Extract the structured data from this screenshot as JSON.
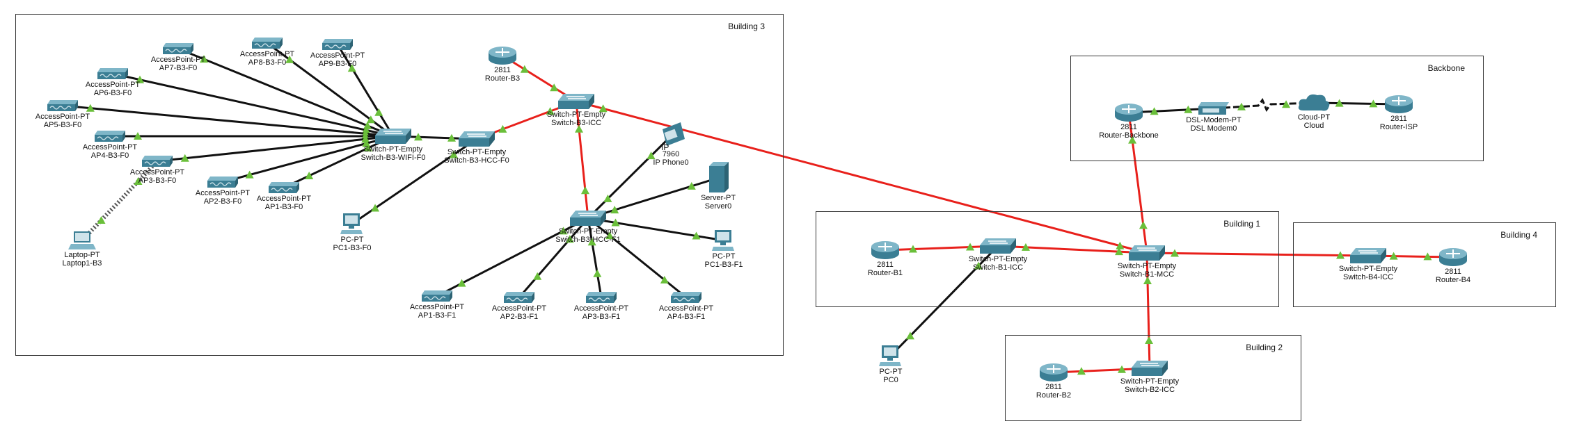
{
  "diagram": {
    "areas": [
      {
        "id": "b3",
        "label": "Building 3"
      },
      {
        "id": "backbone",
        "label": "Backbone"
      },
      {
        "id": "b1",
        "label": "Building 1"
      },
      {
        "id": "b4",
        "label": "Building 4"
      },
      {
        "id": "b2",
        "label": "Building 2"
      }
    ],
    "devices": [
      {
        "id": "router_b3",
        "type": "router",
        "line1": "2811",
        "line2": "Router-B3"
      },
      {
        "id": "sw_b3_icc",
        "type": "switch",
        "line1": "Switch-PT-Empty",
        "line2": "Switch-B3-ICC"
      },
      {
        "id": "sw_b3_wifi",
        "type": "switch",
        "line1": "Switch-PT-Empty",
        "line2": "Switch-B3-WIFI-F0"
      },
      {
        "id": "sw_b3_hcc_f0",
        "type": "switch",
        "line1": "Switch-PT-Empty",
        "line2": "Switch-B3-HCC-F0"
      },
      {
        "id": "sw_b3_hcc_f1",
        "type": "switch",
        "line1": "Switch-PT-Empty",
        "line2": "Switch-B3-HCC-F1"
      },
      {
        "id": "ap7",
        "type": "ap",
        "line1": "AccessPoint-PT",
        "line2": "AP7-B3-F0"
      },
      {
        "id": "ap8",
        "type": "ap",
        "line1": "AccessPoint-PT",
        "line2": "AP8-B3-F0"
      },
      {
        "id": "ap9",
        "type": "ap",
        "line1": "AccessPoint-PT",
        "line2": "AP9-B3-F0"
      },
      {
        "id": "ap6",
        "type": "ap",
        "line1": "AccessPoint-PT",
        "line2": "AP6-B3-F0"
      },
      {
        "id": "ap5",
        "type": "ap",
        "line1": "AccessPoint-PT",
        "line2": "AP5-B3-F0"
      },
      {
        "id": "ap4",
        "type": "ap",
        "line1": "AccessPoint-PT",
        "line2": "AP4-B3-F0"
      },
      {
        "id": "ap3",
        "type": "ap",
        "line1": "AccessPoint-PT",
        "line2": "AP3-B3-F0"
      },
      {
        "id": "ap2",
        "type": "ap",
        "line1": "AccessPoint-PT",
        "line2": "AP2-B3-F0"
      },
      {
        "id": "ap1",
        "type": "ap",
        "line1": "AccessPoint-PT",
        "line2": "AP1-B3-F0"
      },
      {
        "id": "laptop1",
        "type": "laptop",
        "line1": "Laptop-PT",
        "line2": "Laptop1-B3"
      },
      {
        "id": "pc1_f0",
        "type": "pc",
        "line1": "PC-PT",
        "line2": "PC1-B3-F0"
      },
      {
        "id": "phone0",
        "type": "phone",
        "line1": "7960",
        "line2": "IP Phone0"
      },
      {
        "id": "server0",
        "type": "server",
        "line1": "Server-PT",
        "line2": "Server0"
      },
      {
        "id": "pc1_f1",
        "type": "pc",
        "line1": "PC-PT",
        "line2": "PC1-B3-F1"
      },
      {
        "id": "ap1_f1",
        "type": "ap",
        "line1": "AccessPoint-PT",
        "line2": "AP1-B3-F1"
      },
      {
        "id": "ap2_f1",
        "type": "ap",
        "line1": "AccessPoint-PT",
        "line2": "AP2-B3-F1"
      },
      {
        "id": "ap3_f1",
        "type": "ap",
        "line1": "AccessPoint-PT",
        "line2": "AP3-B3-F1"
      },
      {
        "id": "ap4_f1",
        "type": "ap",
        "line1": "AccessPoint-PT",
        "line2": "AP4-B3-F1"
      },
      {
        "id": "router_backbone",
        "type": "router",
        "line1": "2811",
        "line2": "Router-Backbone"
      },
      {
        "id": "dsl",
        "type": "modem",
        "line1": "DSL-Modem-PT",
        "line2": "DSL Modem0"
      },
      {
        "id": "cloud",
        "type": "cloud",
        "line1": "Cloud-PT",
        "line2": "Cloud"
      },
      {
        "id": "router_isp",
        "type": "router",
        "line1": "2811",
        "line2": "Router-ISP"
      },
      {
        "id": "router_b1",
        "type": "router",
        "line1": "2811",
        "line2": "Router-B1"
      },
      {
        "id": "sw_b1_icc",
        "type": "switch",
        "line1": "Switch-PT-Empty",
        "line2": "Switch-B1-ICC"
      },
      {
        "id": "sw_b1_mcc",
        "type": "switch",
        "line1": "Switch-PT-Empty",
        "line2": "Switch-B1-MCC"
      },
      {
        "id": "sw_b4_icc",
        "type": "switch",
        "line1": "Switch-PT-Empty",
        "line2": "Switch-B4-ICC"
      },
      {
        "id": "router_b4",
        "type": "router",
        "line1": "2811",
        "line2": "Router-B4"
      },
      {
        "id": "pc0",
        "type": "pc",
        "line1": "PC-PT",
        "line2": "PC0"
      },
      {
        "id": "router_b2",
        "type": "router",
        "line1": "2811",
        "line2": "Router-B2"
      },
      {
        "id": "sw_b2_icc",
        "type": "switch",
        "line1": "Switch-PT-Empty",
        "line2": "Switch-B2-ICC"
      }
    ],
    "links": [
      {
        "from": "router_b3",
        "to": "sw_b3_icc",
        "style": "red"
      },
      {
        "from": "sw_b3_icc",
        "to": "sw_b3_hcc_f0",
        "style": "red"
      },
      {
        "from": "sw_b3_icc",
        "to": "sw_b3_hcc_f1",
        "style": "red"
      },
      {
        "from": "sw_b3_icc",
        "to": "sw_b1_mcc",
        "style": "red"
      },
      {
        "from": "sw_b3_hcc_f0",
        "to": "sw_b3_wifi",
        "style": "black"
      },
      {
        "from": "sw_b3_hcc_f0",
        "to": "pc1_f0",
        "style": "black"
      },
      {
        "from": "sw_b3_wifi",
        "to": "ap7",
        "style": "black"
      },
      {
        "from": "sw_b3_wifi",
        "to": "ap8",
        "style": "black"
      },
      {
        "from": "sw_b3_wifi",
        "to": "ap9",
        "style": "black"
      },
      {
        "from": "sw_b3_wifi",
        "to": "ap6",
        "style": "black"
      },
      {
        "from": "sw_b3_wifi",
        "to": "ap5",
        "style": "black"
      },
      {
        "from": "sw_b3_wifi",
        "to": "ap4",
        "style": "black"
      },
      {
        "from": "sw_b3_wifi",
        "to": "ap3",
        "style": "black"
      },
      {
        "from": "sw_b3_wifi",
        "to": "ap2",
        "style": "black"
      },
      {
        "from": "sw_b3_wifi",
        "to": "ap1",
        "style": "black"
      },
      {
        "from": "ap3",
        "to": "laptop1",
        "style": "wireless"
      },
      {
        "from": "sw_b3_hcc_f1",
        "to": "phone0",
        "style": "black"
      },
      {
        "from": "sw_b3_hcc_f1",
        "to": "server0",
        "style": "black"
      },
      {
        "from": "sw_b3_hcc_f1",
        "to": "pc1_f1",
        "style": "black"
      },
      {
        "from": "sw_b3_hcc_f1",
        "to": "ap1_f1",
        "style": "black"
      },
      {
        "from": "sw_b3_hcc_f1",
        "to": "ap2_f1",
        "style": "black"
      },
      {
        "from": "sw_b3_hcc_f1",
        "to": "ap3_f1",
        "style": "black"
      },
      {
        "from": "sw_b3_hcc_f1",
        "to": "ap4_f1",
        "style": "black"
      },
      {
        "from": "router_backbone",
        "to": "dsl",
        "style": "black"
      },
      {
        "from": "dsl",
        "to": "cloud",
        "style": "serial"
      },
      {
        "from": "cloud",
        "to": "router_isp",
        "style": "black"
      },
      {
        "from": "router_backbone",
        "to": "sw_b1_mcc",
        "style": "red"
      },
      {
        "from": "router_b1",
        "to": "sw_b1_icc",
        "style": "red"
      },
      {
        "from": "sw_b1_icc",
        "to": "sw_b1_mcc",
        "style": "red"
      },
      {
        "from": "sw_b1_icc",
        "to": "pc0",
        "style": "black"
      },
      {
        "from": "sw_b1_mcc",
        "to": "sw_b4_icc",
        "style": "red"
      },
      {
        "from": "sw_b4_icc",
        "to": "router_b4",
        "style": "red"
      },
      {
        "from": "sw_b1_mcc",
        "to": "sw_b2_icc",
        "style": "red"
      },
      {
        "from": "sw_b2_icc",
        "to": "router_b2",
        "style": "red"
      }
    ],
    "colors": {
      "link_red": "#e8201b",
      "link_black": "#111111",
      "port_green": "#6abf3a",
      "device_teal": "#3b7e94",
      "device_light": "#7fb6c8"
    }
  }
}
